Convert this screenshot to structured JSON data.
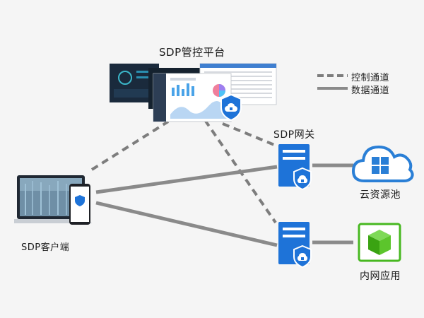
{
  "legend": {
    "control_channel": "控制通道",
    "data_channel": "数据通道"
  },
  "nodes": {
    "management_platform": "SDP管控平台",
    "gateway": "SDP网关",
    "client": "SDP客户端",
    "cloud_resource_pool": "云资源池",
    "intranet_application": "内网应用"
  },
  "colors": {
    "background": "#f5f5f5",
    "control_line": "#7a7a7a",
    "data_line": "#8c8c8c",
    "server_blue": "#1e73d8",
    "cloud_blue": "#2a7fd6",
    "app_green": "#47b820"
  },
  "icons": {
    "management": "dashboard-screens-icon",
    "gateway": "server-shield-icon",
    "client": "laptop-phone-icon",
    "cloud": "cloud-grid-icon",
    "intranet": "green-cube-icon"
  }
}
